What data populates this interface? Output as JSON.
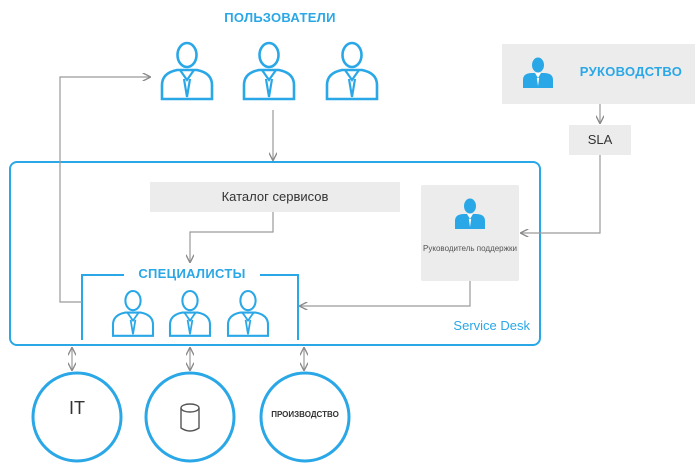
{
  "users": {
    "title": "ПОЛЬЗОВАТЕЛИ",
    "icon": "user-outline-icon",
    "count": 3
  },
  "management": {
    "title": "РУКОВОДСТВО",
    "icon": "user-solid-icon"
  },
  "sla": {
    "label": "SLA"
  },
  "service_catalog": {
    "label": "Каталог сервисов"
  },
  "support_manager": {
    "label": "Руководитель поддержки",
    "icon": "user-solid-icon"
  },
  "specialists": {
    "title": "СПЕЦИАЛИСТЫ",
    "icon": "user-outline-icon",
    "count": 3
  },
  "service_desk": {
    "label": "Service Desk"
  },
  "circles": [
    {
      "label": "IT",
      "icon": ""
    },
    {
      "label": "",
      "icon": "database-icon"
    },
    {
      "label": "ПРОИЗВОДСТВО",
      "icon": ""
    }
  ],
  "colors": {
    "accent": "#2aa7e6",
    "box_fill": "#ececec",
    "arrow": "#9a9a9a"
  }
}
